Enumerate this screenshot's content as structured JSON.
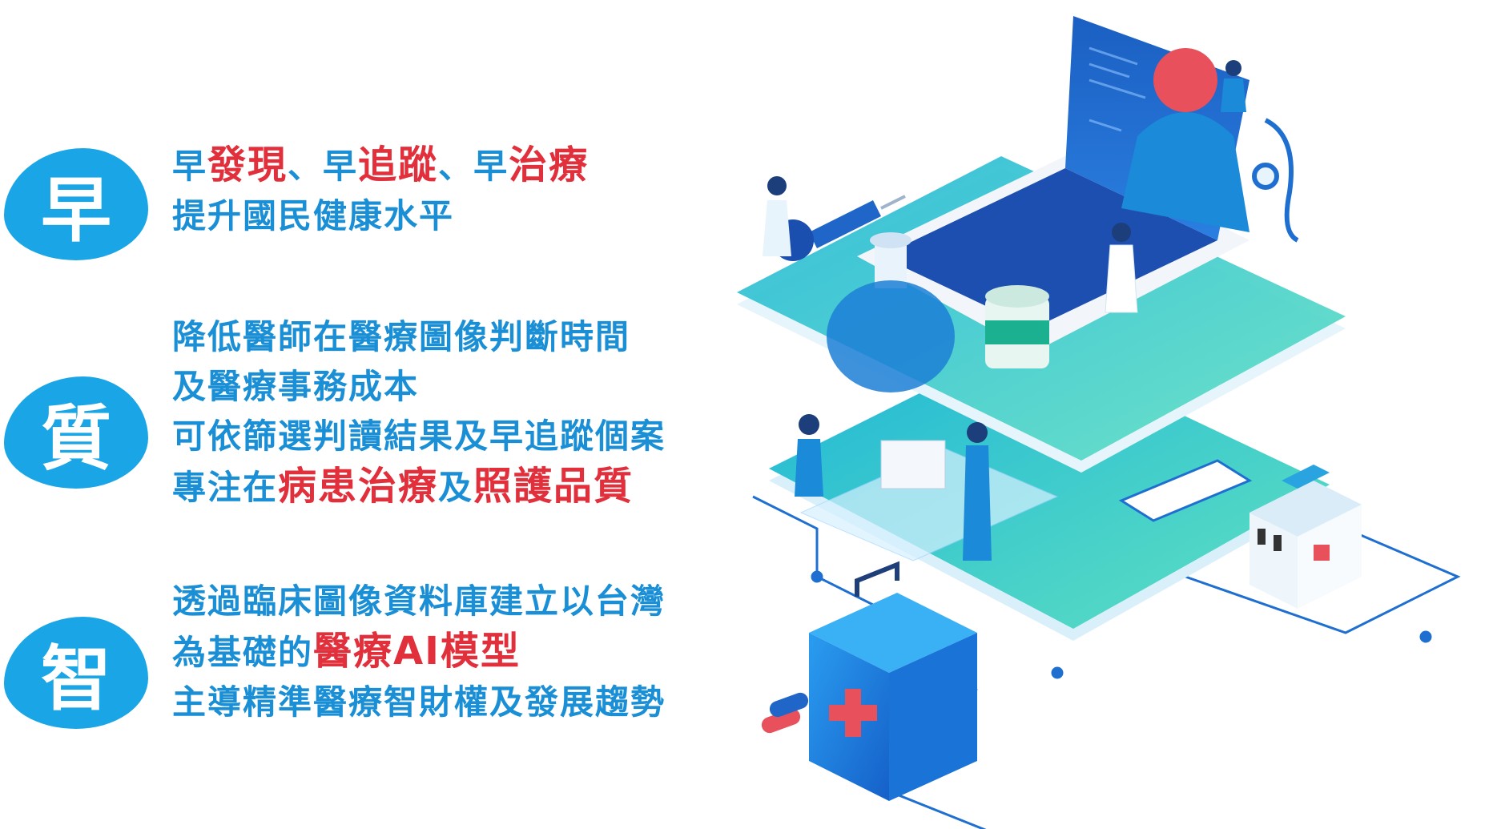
{
  "sections": [
    {
      "badge": "早",
      "lines": [
        [
          {
            "t": "早",
            "h": false
          },
          {
            "t": "發現",
            "h": true
          },
          {
            "t": "、早",
            "h": false
          },
          {
            "t": "追蹤",
            "h": true
          },
          {
            "t": "、早",
            "h": false
          },
          {
            "t": "治療",
            "h": true
          }
        ],
        [
          {
            "t": "提升國民健康水平",
            "h": false
          }
        ]
      ]
    },
    {
      "badge": "質",
      "lines": [
        [
          {
            "t": "降低醫師在醫療圖像判斷時間",
            "h": false
          }
        ],
        [
          {
            "t": "及醫療事務成本",
            "h": false
          }
        ],
        [
          {
            "t": "可依篩選判讀結果及早追蹤個案",
            "h": false
          }
        ],
        [
          {
            "t": "專注在",
            "h": false
          },
          {
            "t": "病患治療",
            "h": true
          },
          {
            "t": "及",
            "h": false
          },
          {
            "t": "照護品質",
            "h": true
          }
        ]
      ]
    },
    {
      "badge": "智",
      "lines": [
        [
          {
            "t": "透過臨床圖像資料庫建立以台灣",
            "h": false
          }
        ],
        [
          {
            "t": "為基礎的",
            "h": false
          },
          {
            "t": "醫療AI模型",
            "h": true
          }
        ],
        [
          {
            "t": "主導精準醫療智財權及發展趨勢",
            "h": false
          }
        ]
      ]
    }
  ],
  "colors": {
    "accent": "#1a8fd6",
    "highlight": "#e1303c",
    "badge": "#1aa6e6"
  }
}
